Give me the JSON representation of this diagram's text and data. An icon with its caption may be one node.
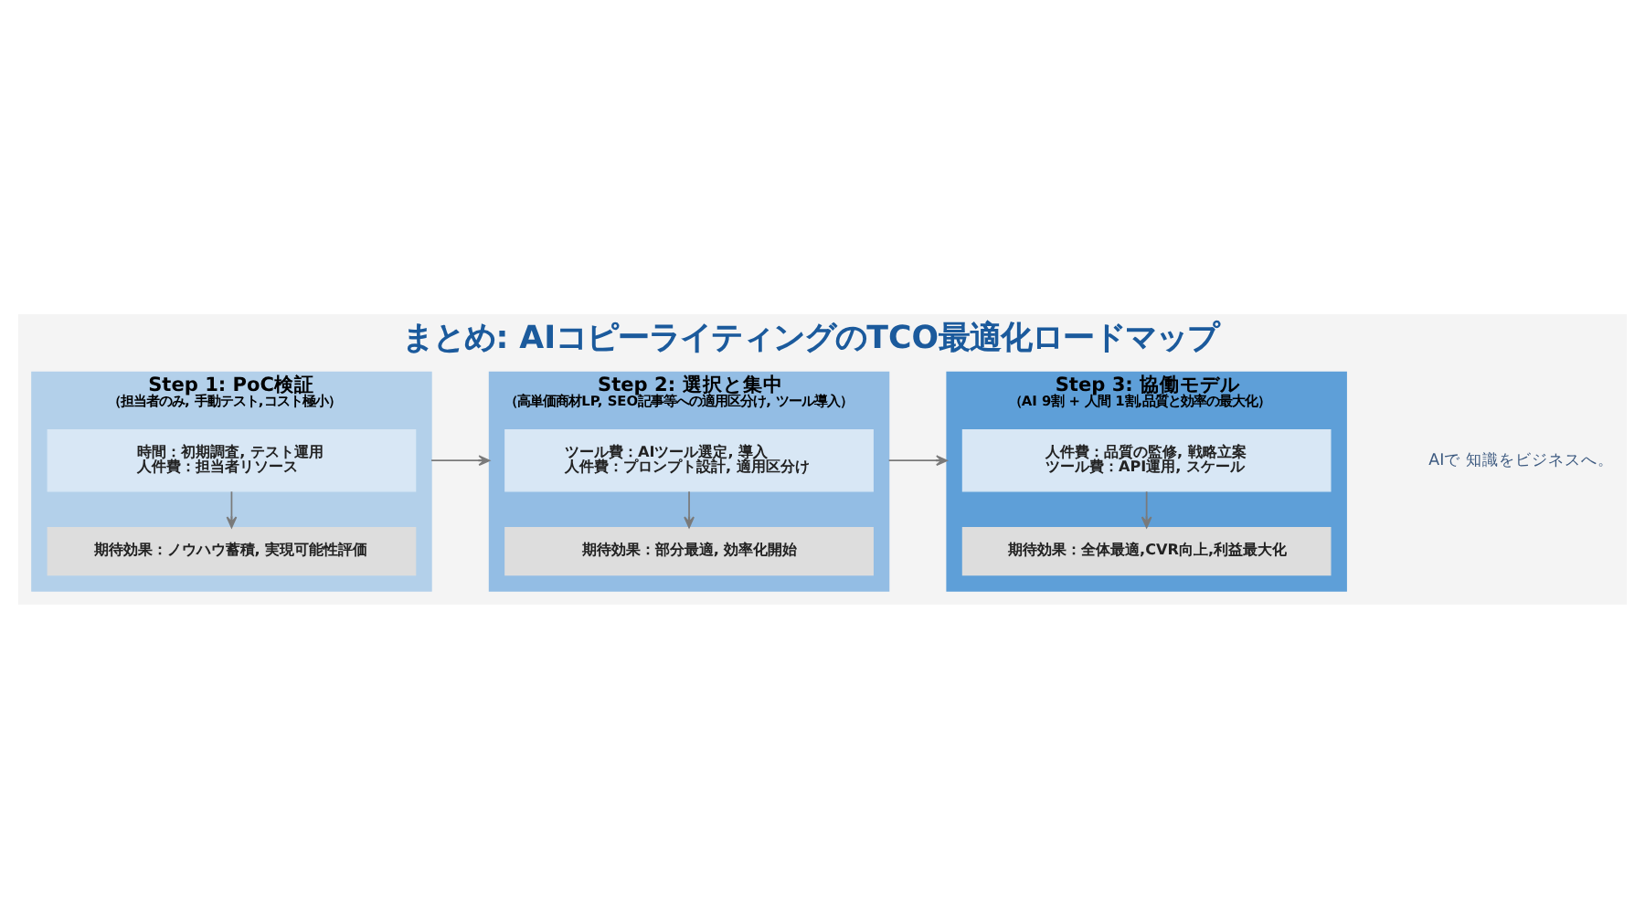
{
  "diagram": {
    "title": "まとめ: AIコピーライティングのTCO最適化ロードマップ",
    "nodes": [
      {
        "text": [
          "Step 1: PoC検証",
          "（担当者のみ, 手動テスト,コスト極小）"
        ]
      },
      {
        "text": [
          "時間：初期調査, テスト運用",
          "人件費：担当者リソース"
        ],
        "in": 0
      },
      {
        "text": [
          "期待効果：ノウハウ蓄積, 実現可能性評価"
        ],
        "in": 0
      },
      {
        "text": [
          "Step 2: 選択と集中",
          "（高単価商材LP, SEO記事等への適用区分け, ツール導入）"
        ]
      },
      {
        "text": [
          "ツール費：AIツール選定, 導入",
          "人件費：プロンプト設計, 適用区分け"
        ],
        "in": 3
      },
      {
        "text": [
          "期待効果：部分最適, 効率化開始"
        ],
        "in": 3
      },
      {
        "text": [
          "Step 3: 協働モデル",
          "（AI 9割 + 人間 1割,品質と効率の最大化）"
        ]
      },
      {
        "text": [
          "人件費：品質の監修, 戦略立案",
          "ツール費：API運用, スケール"
        ],
        "in": 6
      },
      {
        "text": [
          "期待効果：全体最適,CVR向上,利益最大化"
        ],
        "in": 6
      }
    ],
    "edges": [
      {
        "from": 1,
        "to": 2,
        "arrow": "to"
      },
      {
        "from": 0,
        "to": 3,
        "arrow": "to"
      },
      {
        "from": 4,
        "to": 5,
        "arrow": "to"
      },
      {
        "from": 3,
        "to": 6,
        "arrow": "to"
      },
      {
        "from": 7,
        "to": 8,
        "arrow": "to"
      }
    ],
    "labels": [
      "AIで 知識をビジネスへ。"
    ]
  }
}
